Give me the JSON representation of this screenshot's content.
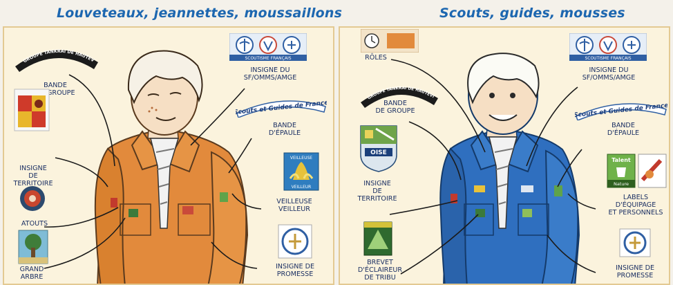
{
  "colors": {
    "title": "#1d67b0",
    "label": "#1a2f63",
    "panel_bg": "#fbf3dd",
    "panel_border": "#e3c992",
    "shirt_orange": "#e28a3c",
    "shirt_blue": "#2f6fbf"
  },
  "left_panel": {
    "title": "Louveteaux, jeannettes, moussaillons",
    "badge_texts": {
      "groupe_arc": "GROUPE TANKRAI DE HAUTEVILLE COUTANCES",
      "epaule_banner": "Scouts et Guides de France",
      "veilleur_top": "VEILLEUSE",
      "veilleur_bottom": "VEILLEUR",
      "emblem_banner": "SCOUTISME FRANÇAIS"
    },
    "labels": {
      "bande_groupe": "BANDE\nDE GROUPE",
      "insigne_territoire": "INSIGNE\nDE\nTERRITOIRE",
      "atouts": "ATOUTS",
      "grand_arbre": "GRAND\nARBRE",
      "insigne_sf": "INSIGNE DU\nSF/OMMS/AMGE",
      "bande_epaule": "BANDE\nD'ÉPAULE",
      "veilleuse_veilleur": "VEILLEUSE\nVEILLEUR",
      "insigne_promesse": "INSIGNE DE\nPROMESSE"
    }
  },
  "right_panel": {
    "title": "Scouts, guides, mousses",
    "badge_texts": {
      "groupe_arc": "GROUPE TANKRAI DE HAUTEVILLE COUTANCES",
      "epaule_banner": "Scouts et Guides de France",
      "oise": "OISE",
      "talent": "Talent",
      "nature": "Nature",
      "emblem_banner": "SCOUTISME FRANÇAIS"
    },
    "labels": {
      "roles": "RÔLES",
      "bande_groupe": "BANDE\nDE GROUPE",
      "insigne_territoire": "INSIGNE\nDE\nTERRITOIRE",
      "brevet": "BREVET\nD'ÉCLAIREUR\nDE TRIBU",
      "insigne_sf": "INSIGNE DU\nSF/OMMS/AMGE",
      "bande_epaule": "BANDE\nD'ÉPAULE",
      "labels_equipage": "LABELS\nD'ÉQUIPAGE\nET PERSONNELS",
      "insigne_promesse": "INSIGNE DE\nPROMESSE"
    }
  }
}
